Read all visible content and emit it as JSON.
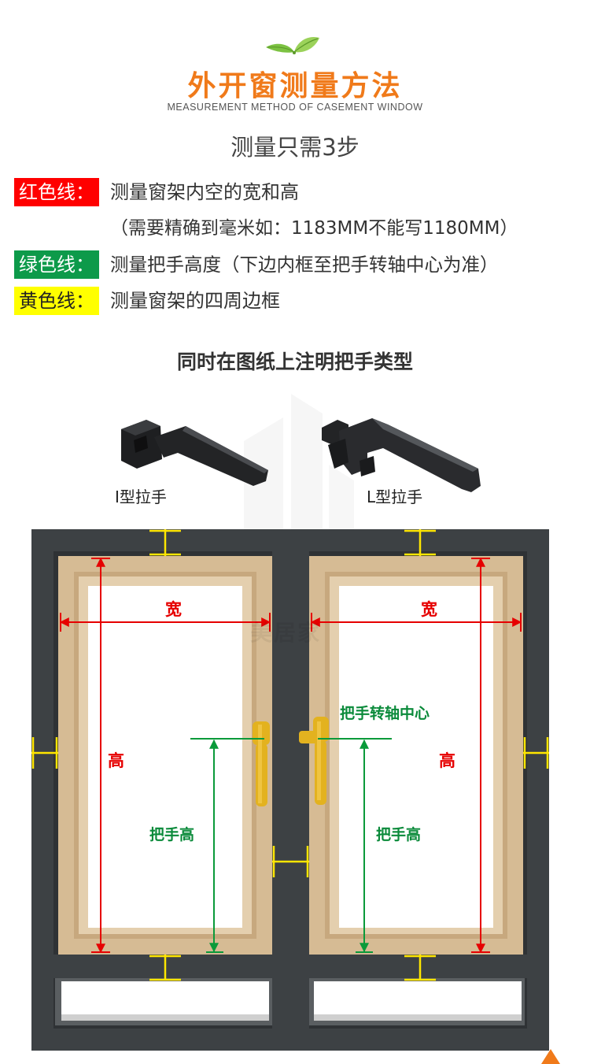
{
  "header": {
    "title": "外开窗测量方法",
    "subtitle_en": "MEASUREMENT METHOD OF CASEMENT WINDOW",
    "steps": "测量只需3步"
  },
  "legend": {
    "red_tag": "红色线：",
    "red_desc": "测量窗架内空的宽和高",
    "red_note": "（需要精确到毫米如：1183MM不能写1180MM）",
    "green_tag": "绿色线：",
    "green_desc": "测量把手高度（下边内框至把手转轴中心为准）",
    "yellow_tag": "黄色线：",
    "yellow_desc": "测量窗架的四周边框"
  },
  "handles": {
    "note": "同时在图纸上注明把手类型",
    "i_type_label": "I型拉手",
    "l_type_label": "L型拉手"
  },
  "diagram": {
    "width_label_left": "宽",
    "width_label_right": "宽",
    "height_label_left": "高",
    "height_label_right": "高",
    "handle_axis_label": "把手转轴中心",
    "handle_height_left": "把手高",
    "handle_height_right": "把手高",
    "watermark": "美居家"
  },
  "colors": {
    "title_orange": "#f07a1a",
    "red_line": "#e60000",
    "green_line": "#0a9a3a",
    "yellow_line": "#ffe600",
    "frame_dark": "#3d4144",
    "sash_wood": "#d6bb94",
    "handle_gold": "#e3b21f"
  }
}
